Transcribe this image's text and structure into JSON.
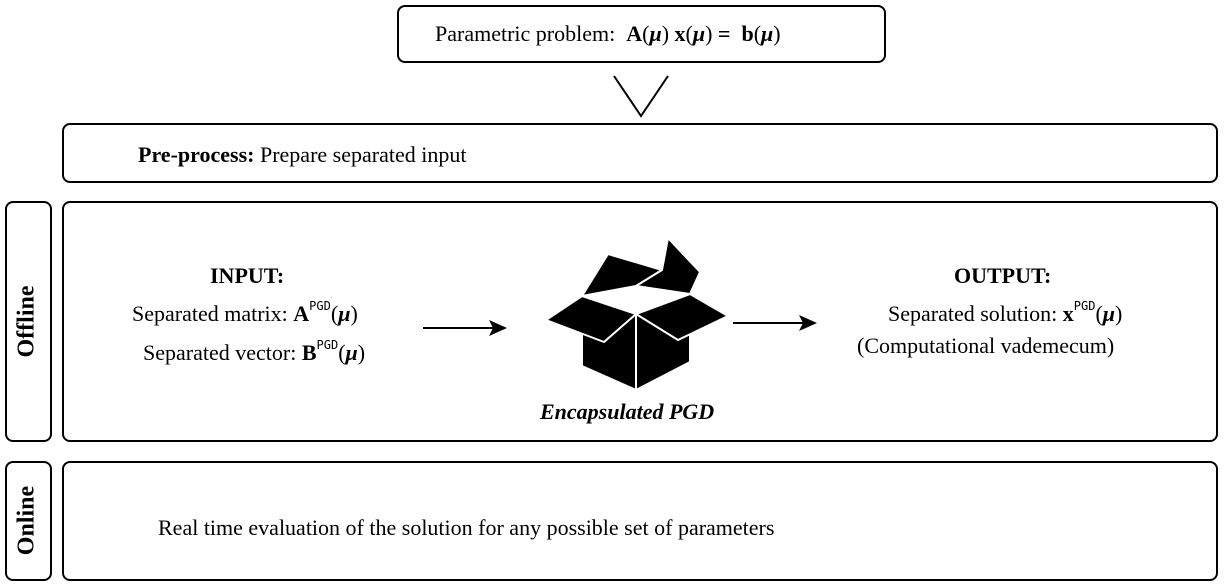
{
  "problem": {
    "prefix": "Parametric problem:",
    "A": "A",
    "x": "x",
    "eq": "=",
    "b": "b",
    "mu": "μ",
    "lp": "(",
    "rp": ")"
  },
  "preprocess": {
    "label": "Pre-process:",
    "text": "Prepare separated input"
  },
  "offline": {
    "side_label": "Offline",
    "input": {
      "title": "INPUT:",
      "matrix_prefix": "Separated matrix:",
      "matrix_symbol": "A",
      "vector_prefix": "Separated vector:",
      "vector_symbol": "B",
      "superscript": "PGD",
      "mu": "μ",
      "lp": "(",
      "rp": ")"
    },
    "center": {
      "caption": "Encapsulated PGD",
      "icon": "open-box-icon"
    },
    "output": {
      "title": "OUTPUT:",
      "solution_prefix": "Separated solution:",
      "solution_symbol": "x",
      "superscript": "PGD",
      "mu": "μ",
      "lp": "(",
      "rp": ")",
      "note": "(Computational vademecum)"
    }
  },
  "online": {
    "side_label": "Online",
    "text": "Real time evaluation of the solution for any possible set of parameters"
  }
}
